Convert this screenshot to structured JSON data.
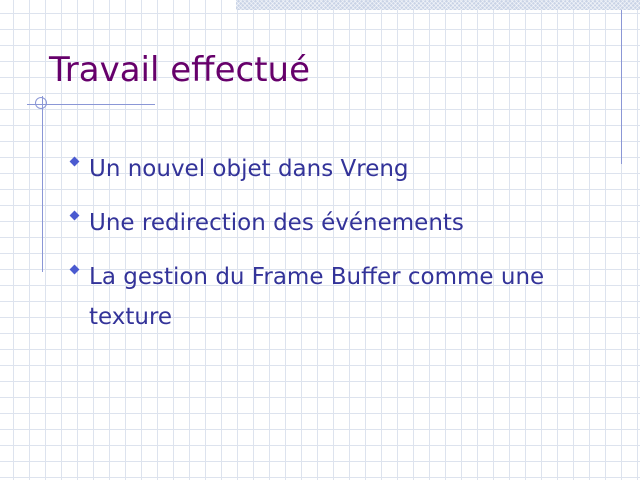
{
  "slide": {
    "title": "Travail effectué",
    "bullets": [
      {
        "text": "Un nouvel objet dans Vreng"
      },
      {
        "text": "Une redirection des événements"
      },
      {
        "text": "La gestion du Frame Buffer comme une texture"
      }
    ]
  },
  "colors": {
    "title": "#66006b",
    "body_text": "#333399",
    "bullet": "#4a5ad0",
    "rules": "#8b97d6",
    "grid": "#dde3ee"
  }
}
